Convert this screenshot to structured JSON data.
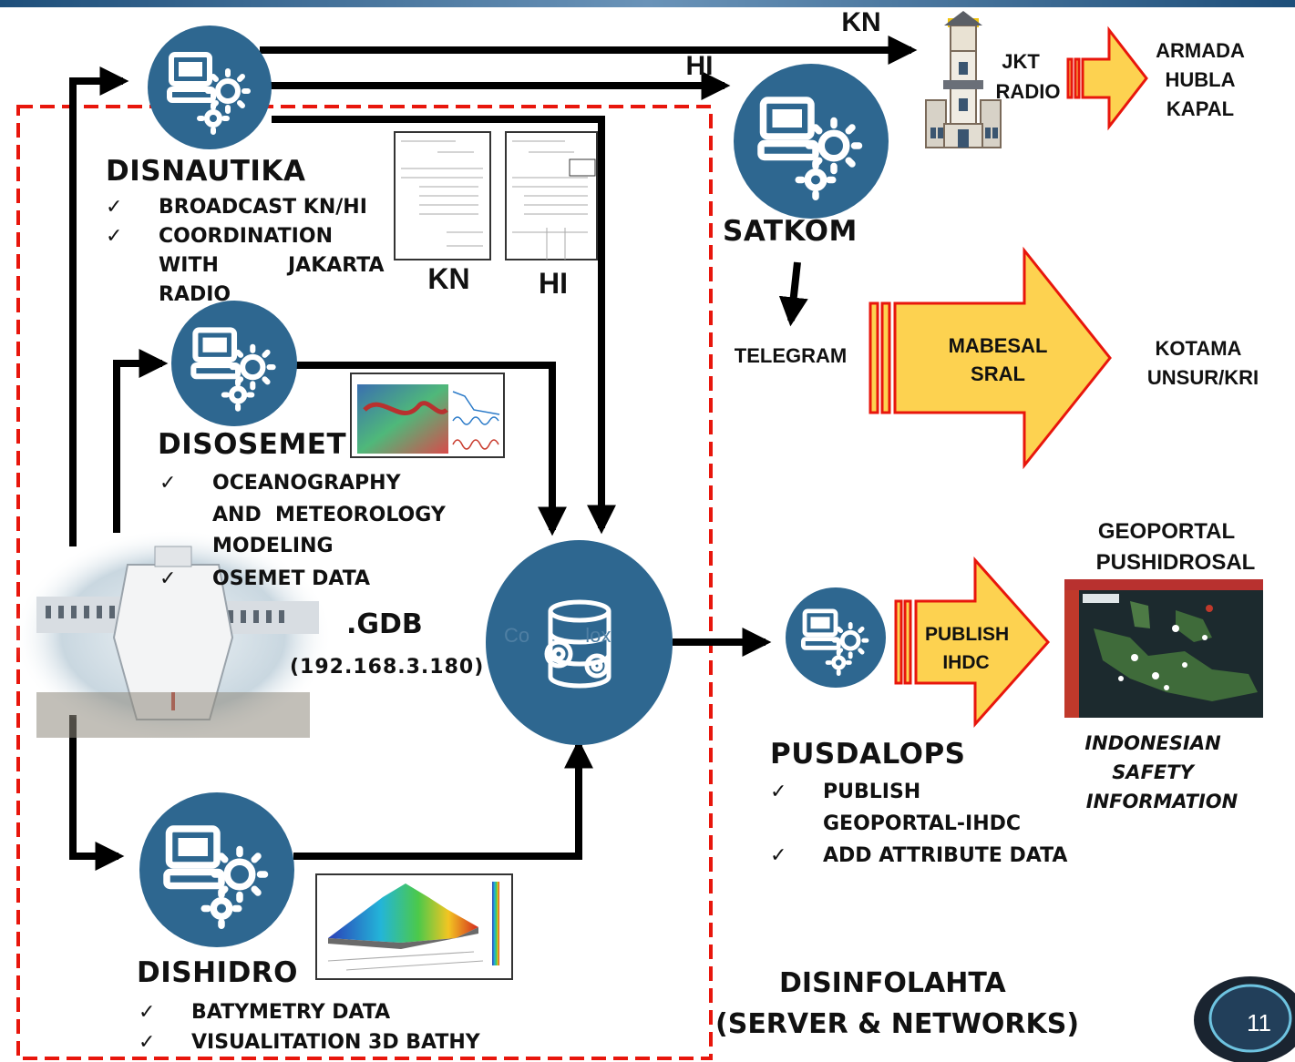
{
  "nodes": {
    "disnautika": {
      "title": "DISNAUTIKA",
      "bullets": [
        "BROADCAST KN/HI",
        "COORDINATION",
        "WITH",
        "JAKARTA",
        "RADIO"
      ]
    },
    "disosemet": {
      "title": "DISOSEMET",
      "bullets": [
        "OCEANOGRAPHY",
        "AND  METEOROLOGY",
        "MODELING",
        "OSEMET DATA"
      ]
    },
    "dishidro": {
      "title": "DISHIDRO",
      "bullets": [
        "BATYMETRY DATA",
        "VISUALITATION 3D BATHY"
      ]
    },
    "satkom": {
      "title": "SATKOM"
    },
    "pusdalops": {
      "title": "PUSDALOPS",
      "bullets": [
        "PUBLISH",
        "GEOPORTAL-IHDC",
        "ADD ATTRIBUTE DATA"
      ]
    },
    "server": {
      "gdb": ".GDB",
      "ip": "(192.168.3.180)",
      "watermark": "Co          lox"
    }
  },
  "documents": {
    "kn": "KN",
    "hi": "HI"
  },
  "arrow_labels": {
    "kn": "KN",
    "hi": "HI",
    "telegram": "TELEGRAM"
  },
  "radio": {
    "line1": "JKT",
    "line2": "RADIO"
  },
  "destinations": {
    "armada": [
      "ARMADA",
      "HUBLA",
      "KAPAL"
    ],
    "mabesal": [
      "MABESAL",
      "SRAL"
    ],
    "kotama": [
      "KOTAMA",
      "UNSUR/KRI"
    ],
    "publish": [
      "PUBLISH",
      "IHDC"
    ]
  },
  "geoportal": {
    "title": [
      "GEOPORTAL",
      "PUSHIDROSAL"
    ],
    "caption": [
      "INDONESIAN",
      "SAFETY",
      "INFORMATION"
    ]
  },
  "footer": {
    "line1": "DISINFOLAHTA",
    "line2": "(SERVER & NETWORKS)"
  },
  "page_number": "11",
  "check_glyph": "✓",
  "colors": {
    "node_fill": "#2e6790",
    "arrow_fill": "#fdd250",
    "arrow_border": "#e8160c",
    "boundary": "#e8160c",
    "connector": "#000000"
  }
}
